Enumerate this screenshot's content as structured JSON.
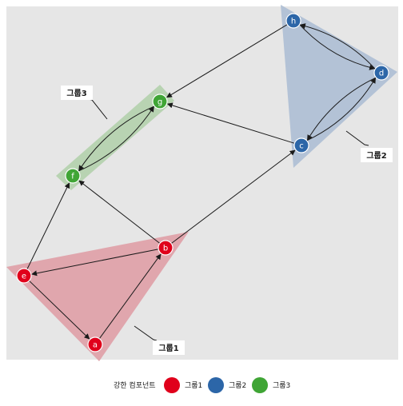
{
  "colors": {
    "panel": "#e6e6e6",
    "edge": "#1a1a1a",
    "label_box": "#ffffff",
    "group1": "#e0001b",
    "group2": "#2c66a8",
    "group3": "#3fa535",
    "group1_fill": "#e0a6ad",
    "group2_fill": "#b3c2d6",
    "group3_fill": "#b8d3b2"
  },
  "groups": [
    {
      "id": "g1",
      "label": "그룹1",
      "color_key": "group1",
      "nodes": [
        "a",
        "b",
        "e"
      ]
    },
    {
      "id": "g2",
      "label": "그룹2",
      "color_key": "group2",
      "nodes": [
        "c",
        "d",
        "h"
      ]
    },
    {
      "id": "g3",
      "label": "그룹3",
      "color_key": "group3",
      "nodes": [
        "f",
        "g"
      ]
    }
  ],
  "nodes": [
    {
      "id": "a",
      "label": "a",
      "group": "g1"
    },
    {
      "id": "b",
      "label": "b",
      "group": "g1"
    },
    {
      "id": "e",
      "label": "e",
      "group": "g1"
    },
    {
      "id": "c",
      "label": "c",
      "group": "g2"
    },
    {
      "id": "d",
      "label": "d",
      "group": "g2"
    },
    {
      "id": "h",
      "label": "h",
      "group": "g2"
    },
    {
      "id": "f",
      "label": "f",
      "group": "g3"
    },
    {
      "id": "g",
      "label": "g",
      "group": "g3"
    }
  ],
  "edges": [
    {
      "from": "a",
      "to": "b",
      "curved": false
    },
    {
      "from": "b",
      "to": "e",
      "curved": false
    },
    {
      "from": "e",
      "to": "a",
      "curved": false
    },
    {
      "from": "e",
      "to": "f",
      "curved": false
    },
    {
      "from": "b",
      "to": "f",
      "curved": false
    },
    {
      "from": "b",
      "to": "c",
      "curved": false
    },
    {
      "from": "c",
      "to": "g",
      "curved": false
    },
    {
      "from": "h",
      "to": "g",
      "curved": false
    },
    {
      "from": "c",
      "to": "d",
      "curved": true
    },
    {
      "from": "d",
      "to": "c",
      "curved": true
    },
    {
      "from": "d",
      "to": "h",
      "curved": true
    },
    {
      "from": "h",
      "to": "d",
      "curved": true
    },
    {
      "from": "f",
      "to": "g",
      "curved": true
    },
    {
      "from": "g",
      "to": "f",
      "curved": true
    }
  ],
  "legend": {
    "title": "강한 컴포넌트",
    "items": [
      {
        "label": "그룹1",
        "color_key": "group1"
      },
      {
        "label": "그룹2",
        "color_key": "group2"
      },
      {
        "label": "그룹3",
        "color_key": "group3"
      }
    ]
  }
}
